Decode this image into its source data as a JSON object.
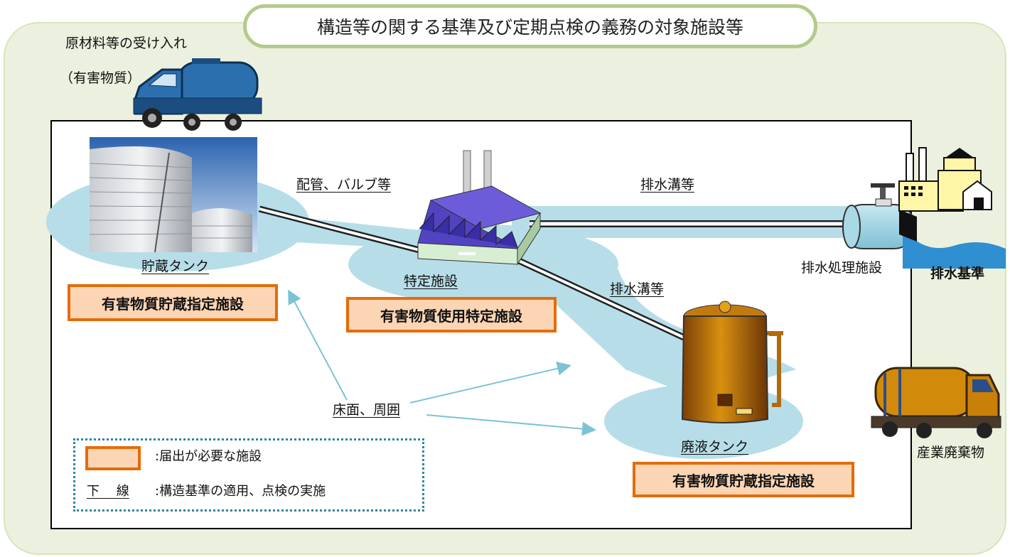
{
  "title": "構造等の関する基準及び定期点検の義務の対象施設等",
  "intake": {
    "line1": "原材料等の受け入れ",
    "line2": "（有害物質）"
  },
  "labels": {
    "piping": "配管、バルブ等",
    "drain_top": "排水溝等",
    "drain_mid": "排水溝等",
    "storage_tank": "貯蔵タンク",
    "specific_facility": "特定施設",
    "treatment": "排水処理施設",
    "effluent_standard": "排水基準",
    "floor": "床面、周囲",
    "waste_tank": "廃液タンク",
    "industrial_waste": "産業廃棄物"
  },
  "boxes": {
    "storage": "有害物質貯蔵指定施設",
    "use": "有害物質使用特定施設",
    "waste_storage": "有害物質貯蔵指定施設"
  },
  "legend": {
    "box_desc": ":届出が必要な施設",
    "underline_key": "下　 線",
    "underline_desc": ":構造基準の適用、点検の実施"
  },
  "colors": {
    "outer_bg": "#ebf1de",
    "outer_border": "#d7e4bd",
    "title_border": "#b4ca8a",
    "area": "#b7dee8",
    "box_border": "#e46c0a",
    "box_fill": "#fcd5b4",
    "arrow": "#7cc3d6",
    "legend_border": "#31849b"
  },
  "icons": [
    "tanker-truck-icon",
    "silo-tank-icon",
    "factory-icon",
    "effluent-treatment-plant-icon",
    "waste-tank-icon",
    "waste-truck-icon"
  ]
}
